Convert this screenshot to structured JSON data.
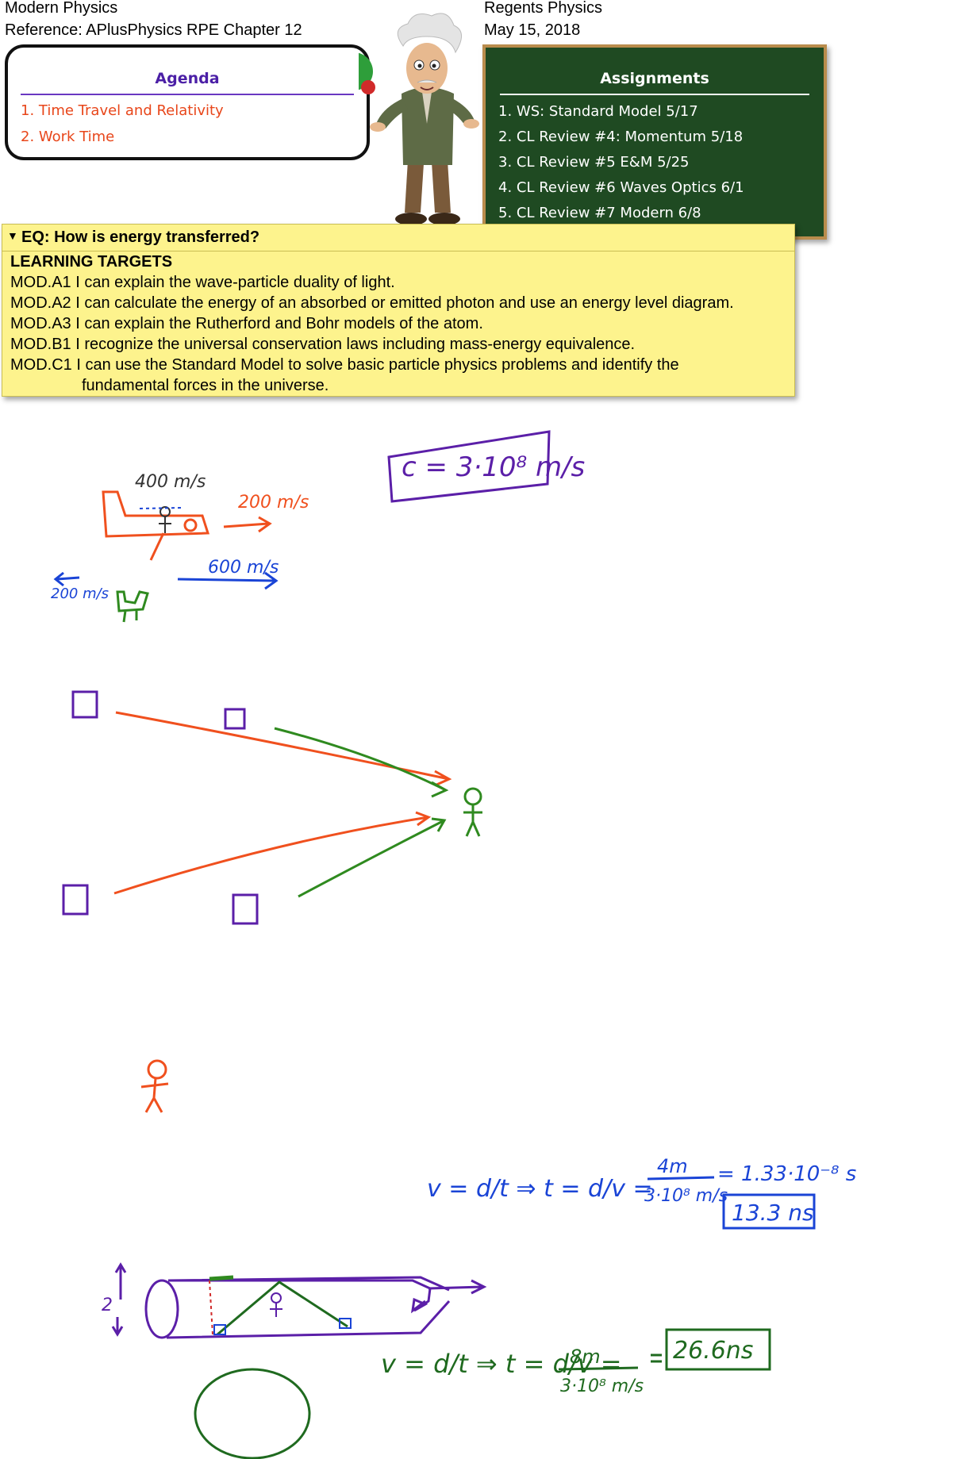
{
  "header": {
    "course": "Modern Physics",
    "reference": "Reference: APlusPhysics RPE Chapter 12",
    "class_name": "Regents Physics",
    "date": "May 15, 2018"
  },
  "agenda": {
    "title": "Agenda",
    "items": [
      "1. Time Travel and Relativity",
      "2. Work Time"
    ]
  },
  "assignments": {
    "title": "Assignments",
    "items": [
      "1. WS: Standard Model 5/17",
      "2. CL Review #4: Momentum 5/18",
      "3. CL Review #5 E&M 5/25",
      "4. CL Review #6 Waves Optics 6/1",
      "5. CL Review #7 Modern 6/8"
    ]
  },
  "essential_question": {
    "caret": "▼",
    "text": "EQ: How is energy transferred?"
  },
  "learning_targets": {
    "heading": "LEARNING TARGETS",
    "items": [
      "MOD.A1 I can explain the wave-particle duality of light.",
      "MOD.A2 I can calculate the energy of an absorbed or emitted photon and use an energy level diagram.",
      "MOD.A3 I can explain the Rutherford and Bohr models of the atom.",
      "MOD.B1 I recognize the universal conservation laws including mass-energy equivalence.",
      "MOD.C1 I can use the Standard Model to solve basic particle physics problems and identify the",
      "fundamental forces in the universe."
    ]
  },
  "handwriting": {
    "speed_of_light": "c = 3·10⁸ m/s",
    "plane_speed": "400 m/s",
    "ball_speed": "200 m/s",
    "ground_speed": "600 m/s",
    "bird_speed": "200 m/s",
    "eq1_left": "v = d/t  ⇒  t = d/v =",
    "eq1_num": "4m",
    "eq1_den": "3·10⁸ m/s",
    "eq1_result": "= 1.33·10⁻⁸ s",
    "eq1_answer": "13.3 ns",
    "tube_height": "2",
    "eq2_left": "v = d/t ⇒ t = d/v =",
    "eq2_num": "8m",
    "eq2_den": "3·10⁸ m/s",
    "eq2_answer": "26.6ns"
  },
  "colors": {
    "agenda_title": "#4b1fa6",
    "agenda_items": "#e8461a",
    "chalkboard": "#1f4a22",
    "chalkboard_frame": "#b98c4c",
    "eq_box": "#fdf38d",
    "ink_purple": "#5b1fa8",
    "ink_orange": "#f0501e",
    "ink_blue": "#1a44d6",
    "ink_green": "#2f8a1f"
  }
}
